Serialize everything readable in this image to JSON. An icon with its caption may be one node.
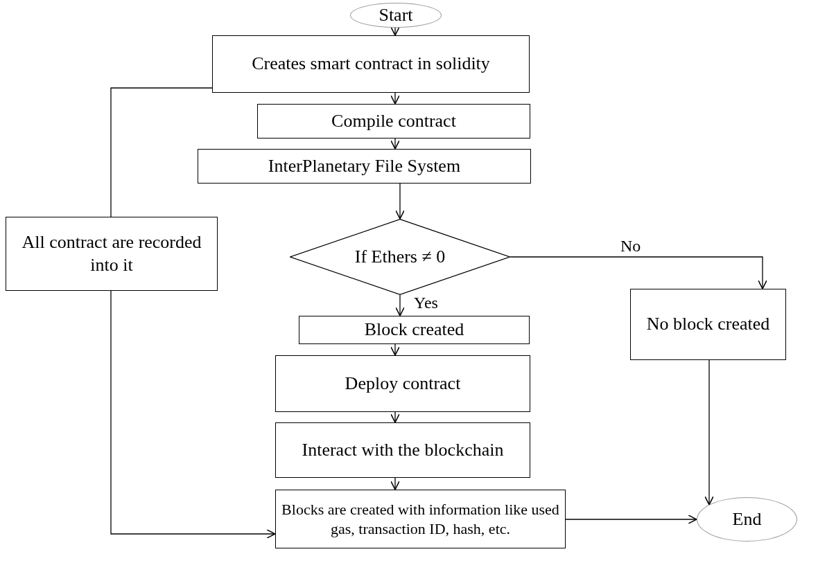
{
  "diagram": {
    "nodes": [
      {
        "text": [
          "Start"
        ]
      },
      {
        "text": [
          "Creates smart contract in solidity"
        ]
      },
      {
        "text": [
          "Compile contract"
        ]
      },
      {
        "text": [
          "InterPlanetary File System"
        ]
      },
      {
        "text": [
          "If Ethers ≠ 0"
        ]
      },
      {
        "text": [
          "All contract are recorded into it"
        ]
      },
      {
        "text": [
          "Block created"
        ]
      },
      {
        "text": [
          "No block created"
        ]
      },
      {
        "text": [
          "Deploy  contract"
        ]
      },
      {
        "text": [
          "Interact with the blockchain"
        ]
      },
      {
        "text": [
          "Blocks are created with information like used gas, transaction ID, hash, etc."
        ]
      },
      {
        "text": [
          "End"
        ]
      }
    ],
    "edges": [
      {
        "from": 0,
        "to": 1,
        "arrow": "to"
      },
      {
        "from": 1,
        "to": 2,
        "arrow": "to"
      },
      {
        "from": 2,
        "to": 3,
        "arrow": "to"
      },
      {
        "from": 3,
        "to": 4,
        "arrow": "to"
      },
      {
        "from": 4,
        "to": 6,
        "arrow": "to",
        "label": "Yes"
      },
      {
        "from": 4,
        "to": 7,
        "arrow": "to",
        "label": "No"
      },
      {
        "from": 6,
        "to": 8,
        "arrow": "to"
      },
      {
        "from": 8,
        "to": 9,
        "arrow": "to"
      },
      {
        "from": 9,
        "to": 10,
        "arrow": "to"
      },
      {
        "from": 7,
        "to": 11,
        "arrow": "to"
      },
      {
        "from": 10,
        "to": 11,
        "arrow": "to"
      },
      {
        "from": 1,
        "to": 5,
        "arrow": "none"
      },
      {
        "from": 5,
        "to": 10,
        "arrow": "to"
      }
    ]
  }
}
